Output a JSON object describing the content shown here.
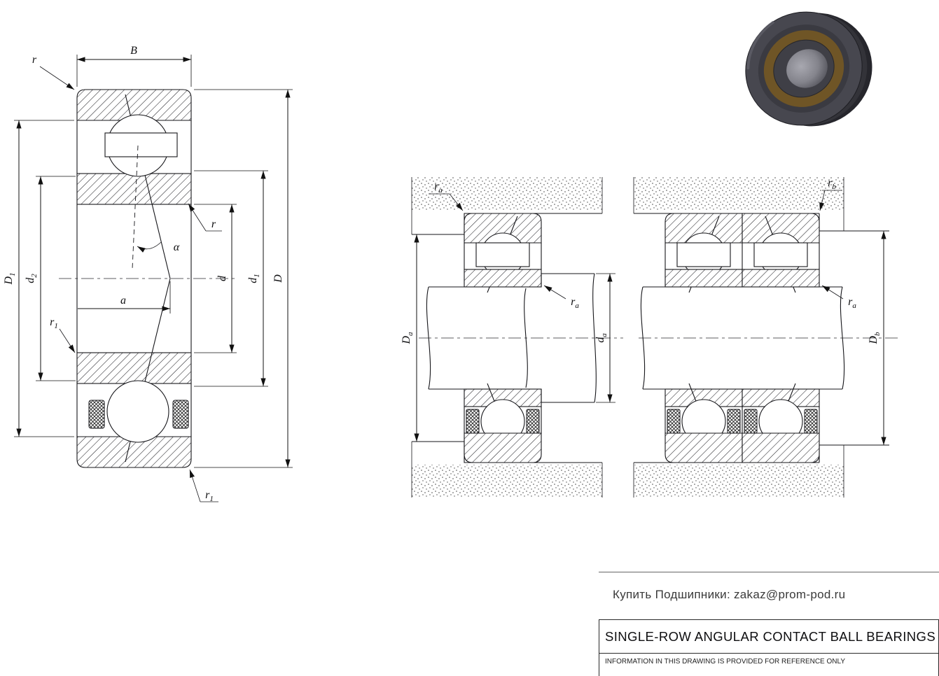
{
  "footer": {
    "contact": "Купить Подшипники: zakaz@prom-pod.ru",
    "title": "SINGLE-ROW ANGULAR  CONTACT  BALL  BEARINGS",
    "disclaimer": "INFORMATION IN THIS DRAWING IS PROVIDED FOR REFERENCE ONLY"
  },
  "labels": {
    "B": "B",
    "r": "r",
    "a": "a",
    "alpha": "α",
    "d": "d",
    "D": "D",
    "r1": {
      "base": "r",
      "sub": "1"
    },
    "D1": {
      "base": "D",
      "sub": "1"
    },
    "d2": {
      "base": "d",
      "sub": "2"
    },
    "d1": {
      "base": "d",
      "sub": "1"
    },
    "ra": {
      "base": "r",
      "sub": "a"
    },
    "rb": {
      "base": "r",
      "sub": "b"
    },
    "Da": {
      "base": "D",
      "sub": "a"
    },
    "da": {
      "base": "d",
      "sub": "a"
    },
    "Db": {
      "base": "D",
      "sub": "b"
    }
  },
  "photo": {
    "outer_ring_color": "#47474f",
    "groove_color": "#3a3a41",
    "cage_color": "#6f5526",
    "inner_ring_color": "#3f3f46",
    "bore_color": "#9a9aa2"
  }
}
